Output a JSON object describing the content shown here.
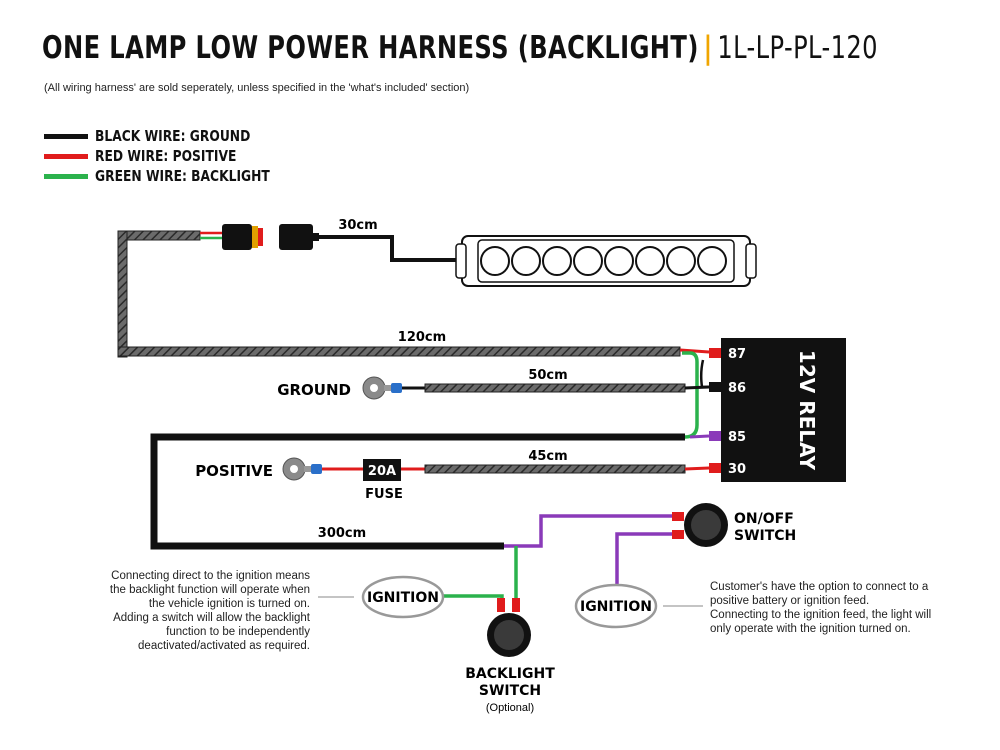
{
  "header": {
    "title": "ONE LAMP LOW POWER HARNESS (BACKLIGHT)",
    "separator": "|",
    "part_code": "1L-LP-PL-120",
    "subtitle": "(All wiring harness' are sold seperately, unless specified in the 'what's included' section)"
  },
  "legend": [
    {
      "label": "BLACK WIRE: GROUND",
      "color": "#111111"
    },
    {
      "label": "RED WIRE: POSITIVE",
      "color": "#e01c1c"
    },
    {
      "label": "GREEN WIRE: BACKLIGHT",
      "color": "#2bb24c"
    }
  ],
  "colors": {
    "black": "#111111",
    "red": "#e01c1c",
    "green": "#2bb24c",
    "purple": "#8a3ab9",
    "blue": "#2a6fc9",
    "accent": "#f0a500",
    "sheath": "#555555"
  },
  "lengths": {
    "lamp_lead": "30cm",
    "main_run": "120cm",
    "ground_run": "50cm",
    "positive_run": "45cm",
    "switch_run": "300cm"
  },
  "relay": {
    "label": "12V RELAY",
    "pins": [
      "87",
      "86",
      "85",
      "30"
    ]
  },
  "terminals": {
    "ground": "GROUND",
    "positive": "POSITIVE"
  },
  "fuse": {
    "rating": "20A",
    "label": "FUSE"
  },
  "onoff_switch": {
    "line1": "ON/OFF",
    "line2": "SWITCH"
  },
  "backlight_switch": {
    "line1": "BACKLIGHT",
    "line2": "SWITCH",
    "note": "(Optional)"
  },
  "ignition_label": "IGNITION",
  "left_note": [
    "Connecting direct to the ignition means",
    "the backlight function will operate when",
    "the vehicle ignition is turned on.",
    "Adding a switch will allow the backlight",
    "function to be independently",
    "deactivated/activated as required."
  ],
  "right_note": [
    "Customer's have the option to connect to a",
    "positive battery or ignition feed.",
    "Connecting to the ignition feed, the light will",
    "only operate with the ignition turned on."
  ]
}
